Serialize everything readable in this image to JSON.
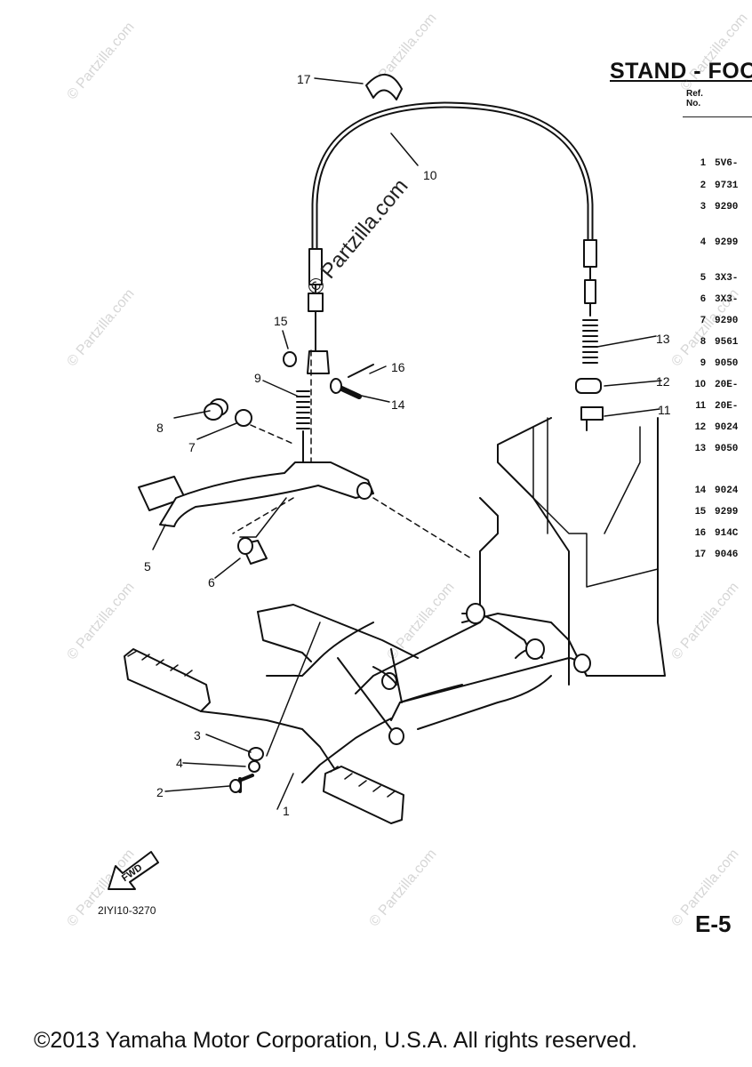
{
  "header": {
    "title_part1": "STAND",
    "title_part2": " - FOO"
  },
  "table_header": {
    "ref_label": "Ref.",
    "no_label": "No."
  },
  "parts": [
    {
      "ref": "1",
      "code": "5V6-"
    },
    {
      "ref": "2",
      "code": "9731"
    },
    {
      "ref": "3",
      "code": "9290"
    },
    {
      "ref": "4",
      "code": "9299"
    },
    {
      "ref": "5",
      "code": "3X3-"
    },
    {
      "ref": "6",
      "code": "3X3-"
    },
    {
      "ref": "7",
      "code": "9290"
    },
    {
      "ref": "8",
      "code": "9561"
    },
    {
      "ref": "9",
      "code": "9050"
    },
    {
      "ref": "10",
      "code": "20E-"
    },
    {
      "ref": "11",
      "code": "20E-"
    },
    {
      "ref": "12",
      "code": "9024"
    },
    {
      "ref": "13",
      "code": "9050"
    },
    {
      "ref": "14",
      "code": "9024"
    },
    {
      "ref": "15",
      "code": "9299"
    },
    {
      "ref": "16",
      "code": "914C"
    },
    {
      "ref": "17",
      "code": "9046"
    }
  ],
  "callouts": [
    "1",
    "2",
    "3",
    "4",
    "5",
    "6",
    "7",
    "8",
    "9",
    "10",
    "11",
    "12",
    "13",
    "14",
    "15",
    "16",
    "17"
  ],
  "fwd_label": "FWD",
  "diagram_code": "2IYI10-3270",
  "page_number": "E-5",
  "watermark_center": "© Partzilla.com",
  "watermark_faint": "© Partzilla.com",
  "copyright": "©2013 Yamaha Motor Corporation, U.S.A. All rights reserved."
}
